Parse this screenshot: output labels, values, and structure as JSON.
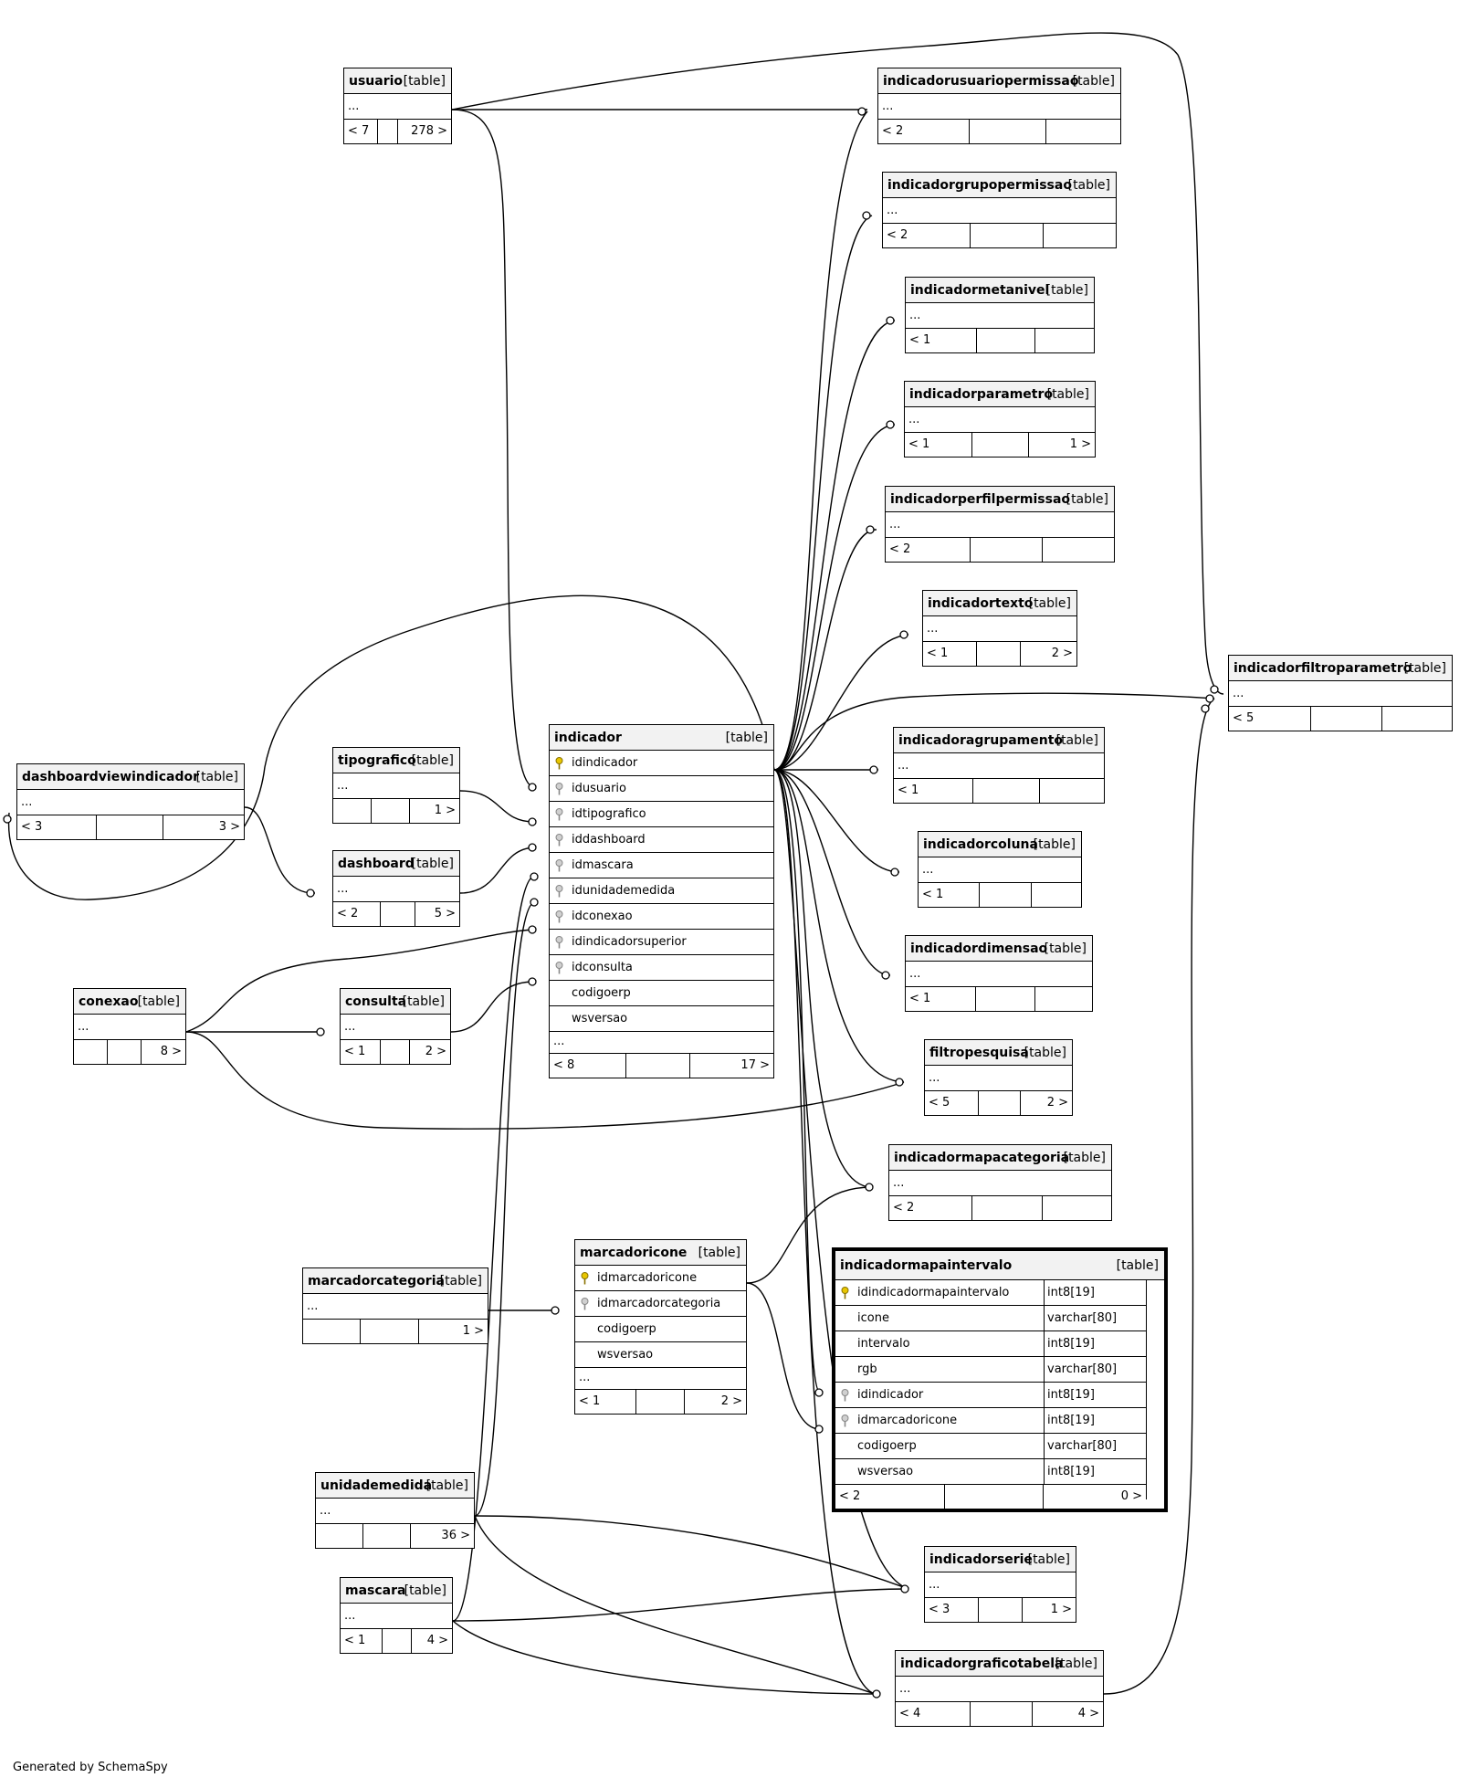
{
  "footer": "Generated by SchemaSpy",
  "tag": "[table]",
  "ellipsis": "...",
  "tables": {
    "usuario": {
      "name": "usuario",
      "footer": [
        "< 7",
        "",
        "278 >"
      ]
    },
    "indicadorusuariopermissao": {
      "name": "indicadorusuariopermissao",
      "footer": [
        "< 2",
        "",
        ""
      ]
    },
    "indicadorgrupopermissao": {
      "name": "indicadorgrupopermissao",
      "footer": [
        "< 2",
        "",
        ""
      ]
    },
    "indicadormetanivel": {
      "name": "indicadormetanivel",
      "footer": [
        "< 1",
        "",
        ""
      ]
    },
    "indicadorparametro": {
      "name": "indicadorparametro",
      "footer": [
        "< 1",
        "",
        "1 >"
      ]
    },
    "indicadorperfilpermissao": {
      "name": "indicadorperfilpermissao",
      "footer": [
        "< 2",
        "",
        ""
      ]
    },
    "indicadortexto": {
      "name": "indicadortexto",
      "footer": [
        "< 1",
        "",
        "2 >"
      ]
    },
    "indicadorfiltroparametro": {
      "name": "indicadorfiltroparametro",
      "footer": [
        "< 5",
        "",
        ""
      ]
    },
    "dashboardviewindicador": {
      "name": "dashboardviewindicador",
      "footer": [
        "< 3",
        "",
        "3 >"
      ]
    },
    "tipografico": {
      "name": "tipografico",
      "footer": [
        "",
        "",
        "1 >"
      ]
    },
    "dashboard": {
      "name": "dashboard",
      "footer": [
        "< 2",
        "",
        "5 >"
      ]
    },
    "indicadoragrupamento": {
      "name": "indicadoragrupamento",
      "footer": [
        "< 1",
        "",
        ""
      ]
    },
    "indicadorcoluna": {
      "name": "indicadorcoluna",
      "footer": [
        "< 1",
        "",
        ""
      ]
    },
    "indicadordimensao": {
      "name": "indicadordimensao",
      "footer": [
        "< 1",
        "",
        ""
      ]
    },
    "conexao": {
      "name": "conexao",
      "footer": [
        "",
        "",
        "8 >"
      ]
    },
    "consulta": {
      "name": "consulta",
      "footer": [
        "< 1",
        "",
        "2 >"
      ]
    },
    "filtropesquisa": {
      "name": "filtropesquisa",
      "footer": [
        "< 5",
        "",
        "2 >"
      ]
    },
    "indicadormapacategoria": {
      "name": "indicadormapacategoria",
      "footer": [
        "< 2",
        "",
        ""
      ]
    },
    "marcadorcategoria": {
      "name": "marcadorcategoria",
      "footer": [
        "",
        "",
        "1 >"
      ]
    },
    "unidademedida": {
      "name": "unidademedida",
      "footer": [
        "",
        "",
        "36 >"
      ]
    },
    "mascara": {
      "name": "mascara",
      "footer": [
        "< 1",
        "",
        "4 >"
      ]
    },
    "indicadorserie": {
      "name": "indicadorserie",
      "footer": [
        "< 3",
        "",
        "1 >"
      ]
    },
    "indicadorgraficotabela": {
      "name": "indicadorgraficotabela",
      "footer": [
        "< 4",
        "",
        "4 >"
      ]
    },
    "indicador": {
      "name": "indicador",
      "columns": [
        "idindicador",
        "idusuario",
        "idtipografico",
        "iddashboard",
        "idmascara",
        "idunidademedida",
        "idconexao",
        "idindicadorsuperior",
        "idconsulta",
        "codigoerp",
        "wsversao"
      ],
      "footer": [
        "< 8",
        "",
        "17 >"
      ]
    },
    "marcadoricone": {
      "name": "marcadoricone",
      "columns": [
        "idmarcadoricone",
        "idmarcadorcategoria",
        "codigoerp",
        "wsversao"
      ],
      "footer": [
        "< 1",
        "",
        "2 >"
      ]
    },
    "indicadormapaintervalo": {
      "name": "indicadormapaintervalo",
      "columns": [
        "idindicadormapaintervalo",
        "icone",
        "intervalo",
        "rgb",
        "idindicador",
        "idmarcadoricone",
        "codigoerp",
        "wsversao"
      ],
      "types": [
        "int8[19]",
        "varchar[80]",
        "int8[19]",
        "varchar[80]",
        "int8[19]",
        "int8[19]",
        "varchar[80]",
        "int8[19]"
      ],
      "footer": [
        "< 2",
        "",
        "0 >"
      ]
    }
  }
}
